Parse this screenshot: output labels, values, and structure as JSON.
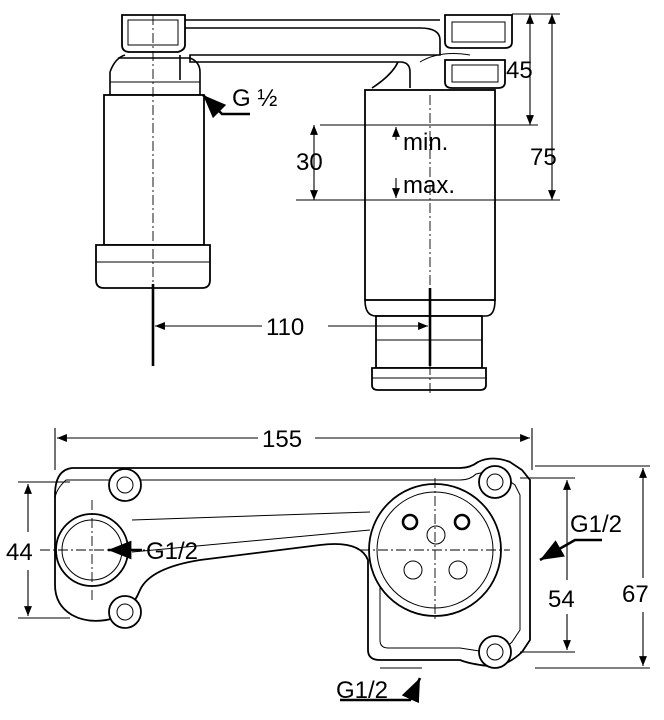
{
  "top_view": {
    "thread_label": "G ½",
    "dim_45": "45",
    "dim_75": "75",
    "dim_30": "30",
    "label_min": "min.",
    "label_max": "max.",
    "dim_110": "110"
  },
  "bottom_view": {
    "dim_155": "155",
    "dim_44": "44",
    "dim_54": "54",
    "dim_67": "67",
    "thread_left": "G1/2",
    "thread_right": "G1/2",
    "thread_bottom": "G1/2"
  }
}
